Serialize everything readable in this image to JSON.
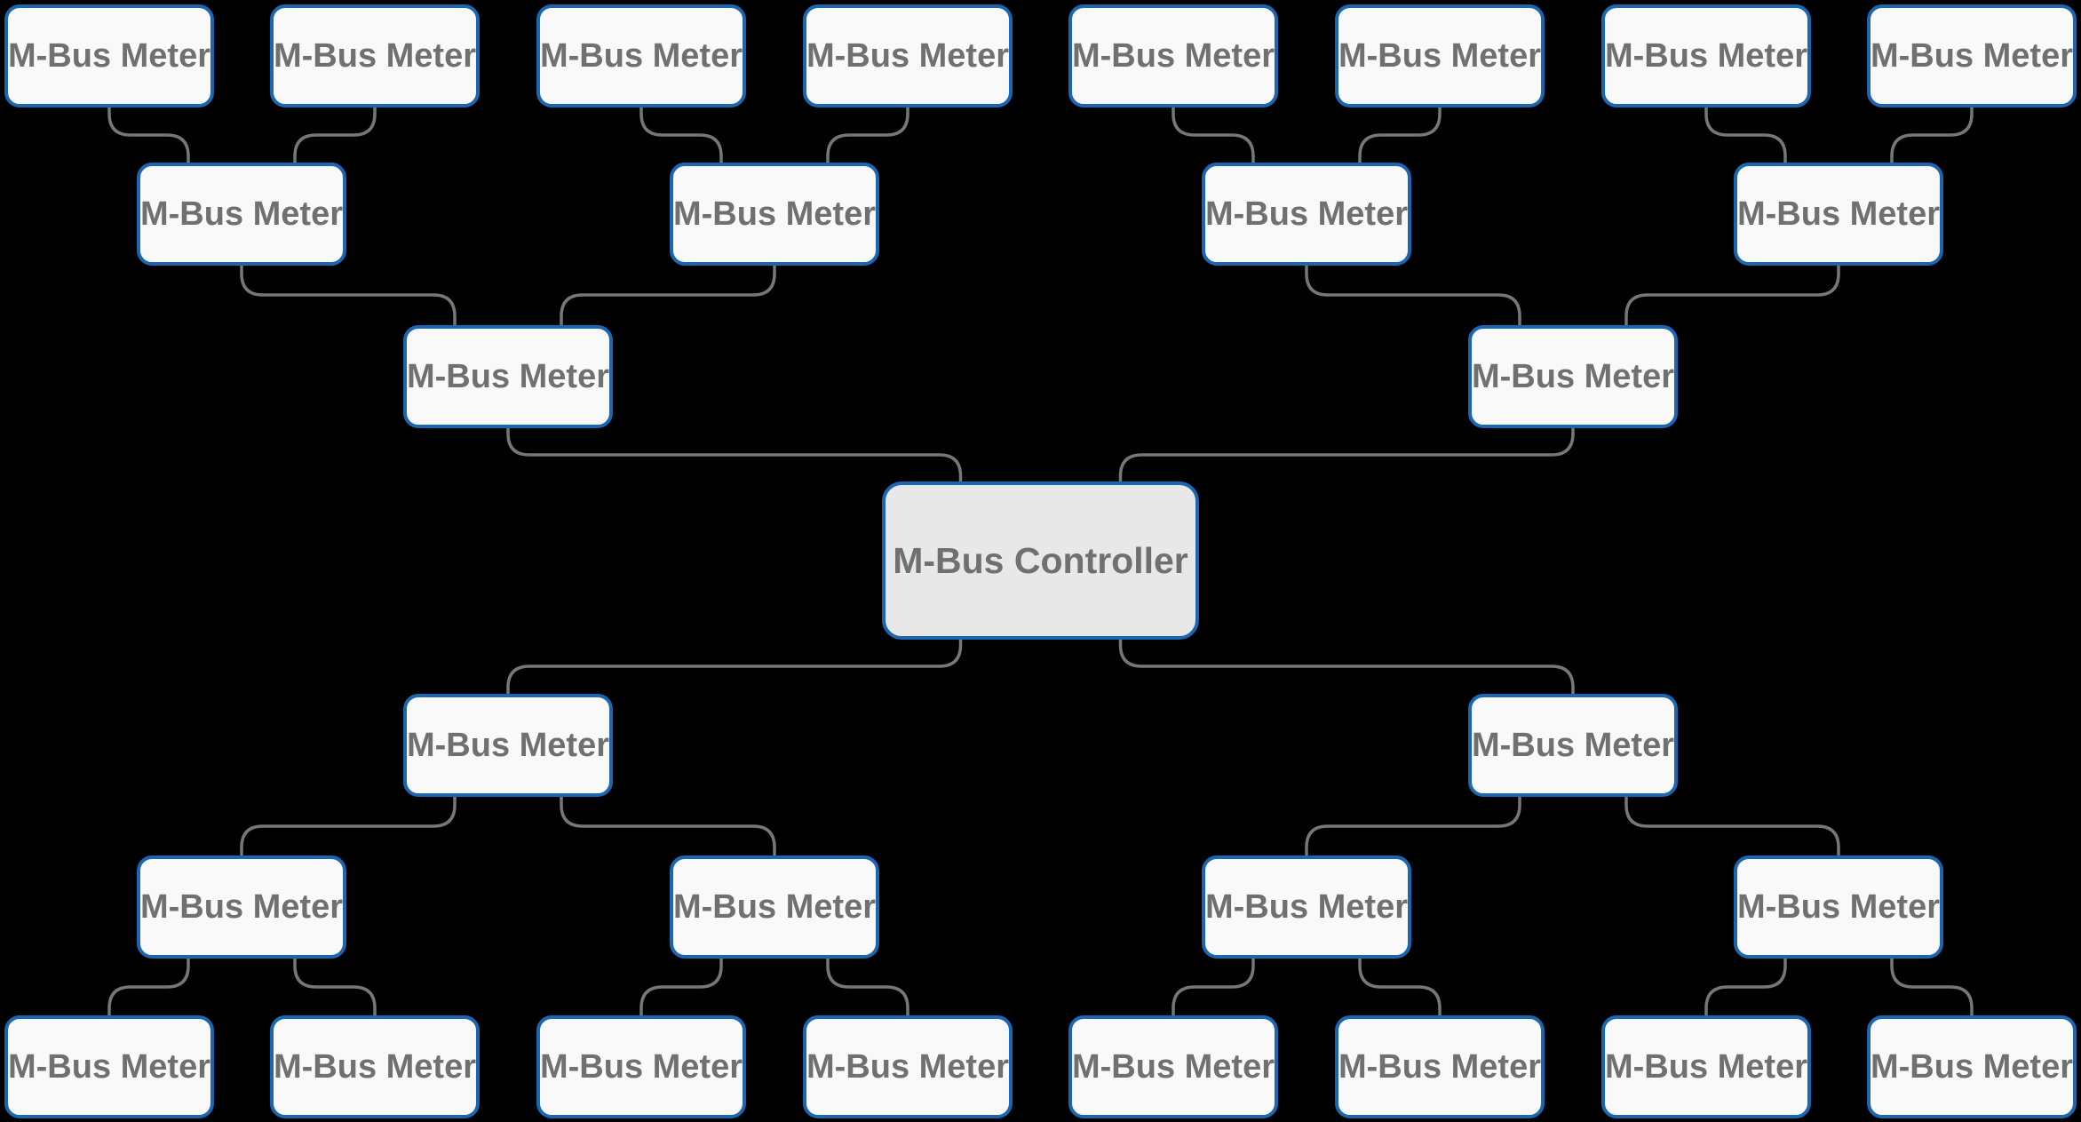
{
  "diagram": {
    "type": "tree",
    "controller_label": "M-Bus Controller",
    "meter_labels": [
      "M-Bus Meter",
      "M-Bus Meter",
      "M-Bus Meter",
      "M-Bus Meter",
      "M-Bus Meter",
      "M-Bus Meter",
      "M-Bus Meter",
      "M-Bus Meter",
      "M-Bus Meter",
      "M-Bus Meter",
      "M-Bus Meter",
      "M-Bus Meter",
      "M-Bus Meter",
      "M-Bus Meter",
      "M-Bus Meter",
      "M-Bus Meter",
      "M-Bus Meter",
      "M-Bus Meter",
      "M-Bus Meter",
      "M-Bus Meter",
      "M-Bus Meter",
      "M-Bus Meter",
      "M-Bus Meter",
      "M-Bus Meter",
      "M-Bus Meter",
      "M-Bus Meter",
      "M-Bus Meter",
      "M-Bus Meter"
    ],
    "rows_top_to_bottom": [
      8,
      4,
      2,
      1,
      2,
      4,
      8
    ]
  },
  "colors": {
    "background": "#000000",
    "node_border": "#1a66b0",
    "meter_fill": "#f9f9f9",
    "controller_fill": "#e8e8e8",
    "label_text": "#707070",
    "edge": "#777777"
  }
}
